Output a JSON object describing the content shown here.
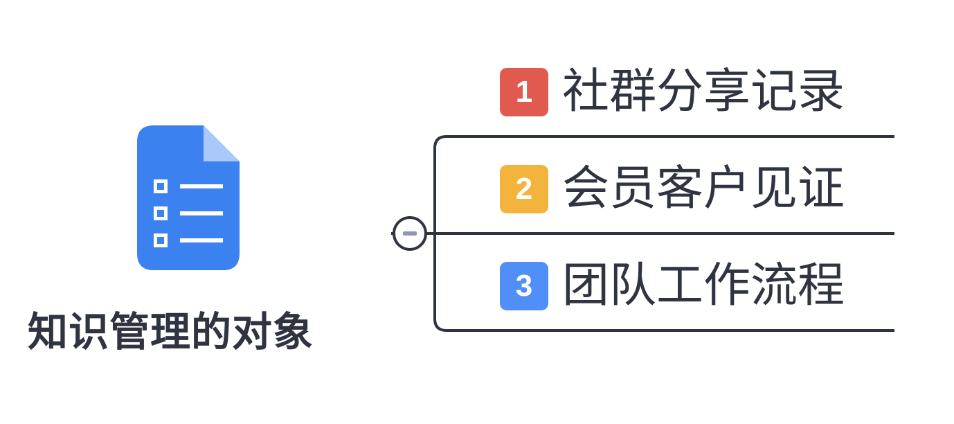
{
  "root": {
    "title": "知识管理的对象",
    "icon": "form-document-icon"
  },
  "branches": [
    {
      "number": "1",
      "label": "社群分享记录",
      "color": "#e05a4f"
    },
    {
      "number": "2",
      "label": "会员客户见证",
      "color": "#f2b43c"
    },
    {
      "number": "3",
      "label": "团队工作流程",
      "color": "#4f8ff7"
    }
  ],
  "colors": {
    "line": "#2f3440",
    "icon_blue": "#3b82f0",
    "icon_fold": "#a9c8fb",
    "collapse_mark": "#8f96b8"
  }
}
